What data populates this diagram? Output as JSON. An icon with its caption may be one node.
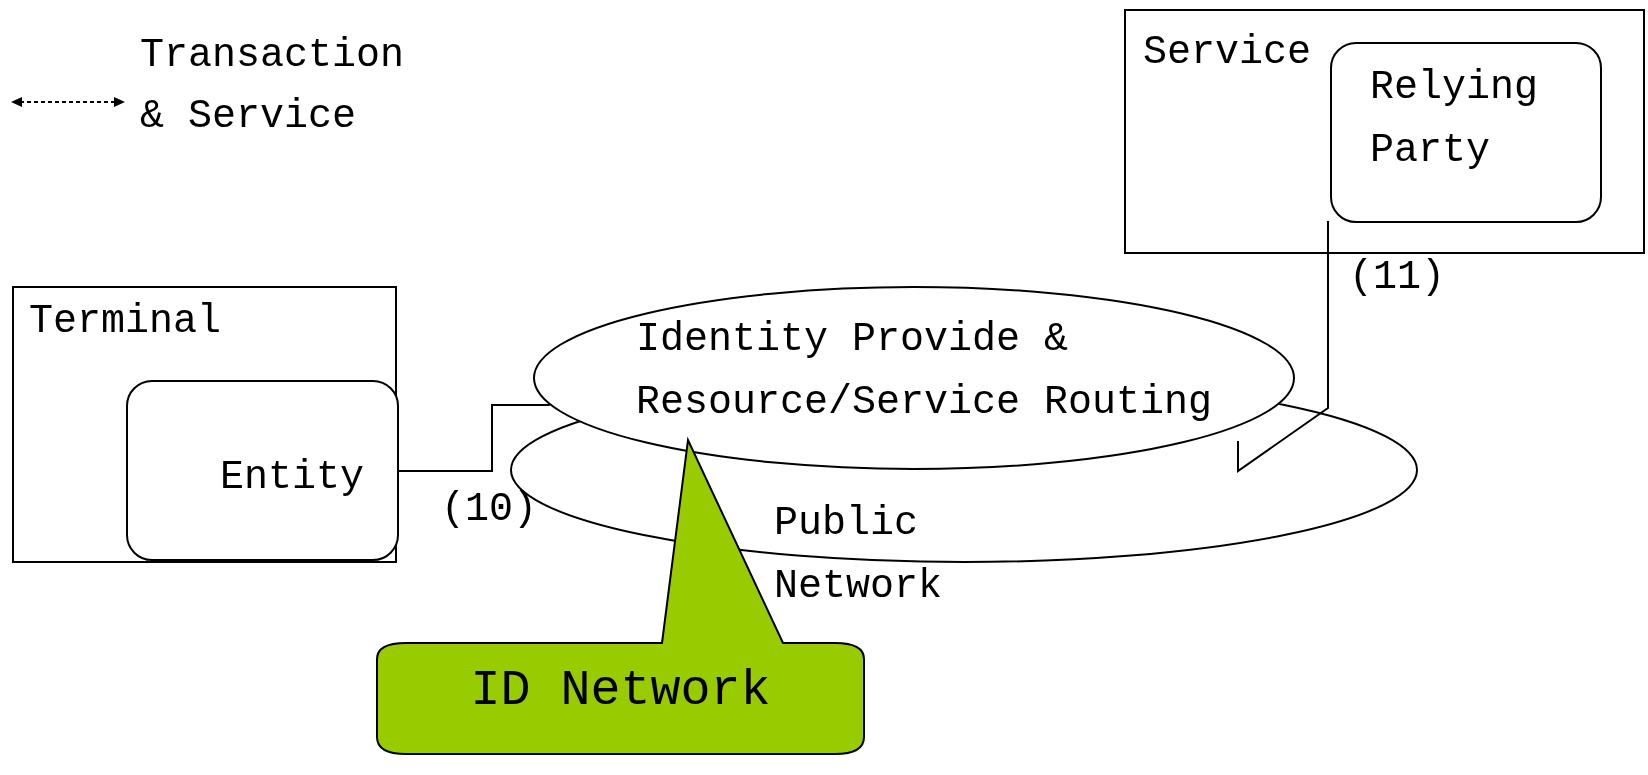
{
  "diagram": {
    "nodes": [
      {
        "text": [
          "Service"
        ]
      },
      {
        "text": [
          "Relying Party"
        ],
        "in": 0
      },
      {
        "text": [
          "Terminal"
        ]
      },
      {
        "text": [
          "Entity"
        ],
        "in": 2
      },
      {
        "text": [
          "Identity Provide & Resource/Service Routing"
        ]
      },
      {
        "text": [
          "Public Network"
        ]
      },
      {
        "text": [
          "ID Network"
        ]
      }
    ],
    "edges": [
      {
        "from": 3,
        "to": 4,
        "arrow": "none",
        "label": "(10)"
      },
      {
        "from": 1,
        "to": 5,
        "arrow": "none",
        "label": "(11)"
      }
    ],
    "legend": [
      {
        "text": "Transaction & Service"
      }
    ]
  }
}
